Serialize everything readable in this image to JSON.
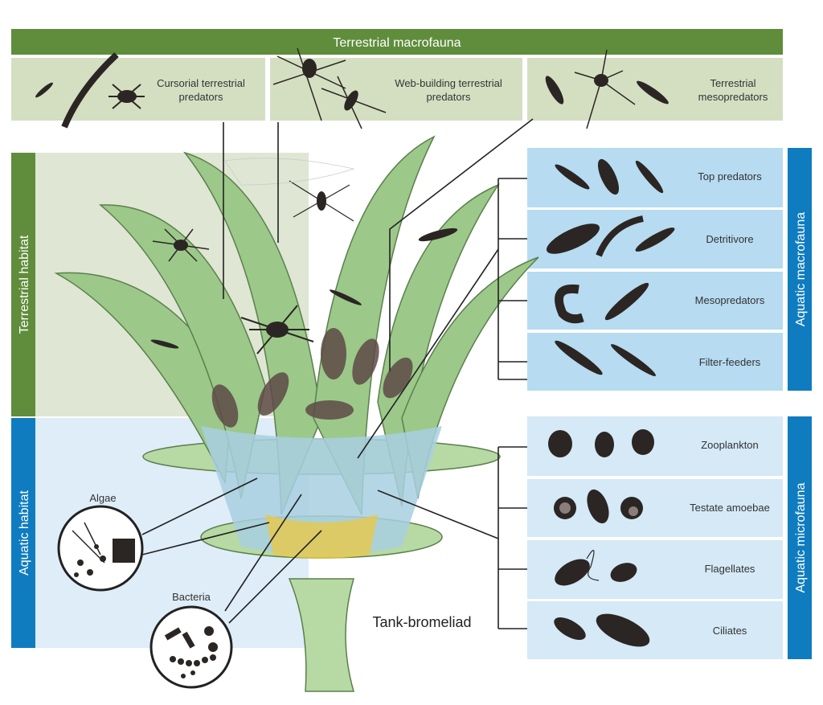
{
  "title": "Terrestrial macrofauna",
  "terrestrial_groups": [
    "Cursorial terrestrial predators",
    "Web-building terrestrial predators",
    "Terrestrial mesopredators"
  ],
  "terrestrial_group_lines": [
    [
      "Cursorial terrestrial",
      "predators"
    ],
    [
      "Web-building terrestrial",
      "predators"
    ],
    [
      "Terrestrial",
      "mesopredators"
    ]
  ],
  "habitats": {
    "terrestrial": "Terrestrial habitat",
    "aquatic": "Aquatic habitat"
  },
  "aquatic_macrofauna": {
    "title": "Aquatic macrofauna",
    "groups": [
      "Top predators",
      "Detritivore",
      "Mesopredators",
      "Filter-feeders"
    ]
  },
  "aquatic_microfauna": {
    "title": "Aquatic microfauna",
    "groups": [
      "Zooplankton",
      "Testate amoebae",
      "Flagellates",
      "Ciliates"
    ]
  },
  "insets": {
    "algae": "Algae",
    "bacteria": "Bacteria"
  },
  "plant_label": "Tank-bromeliad",
  "colors": {
    "green_bar": "#5f8d3b",
    "green_box": "#d4dfc2",
    "terr_bg": "#dfe6d3",
    "blue_bar": "#0f7cc0",
    "macro_box": "#b7dbf1",
    "micro_box": "#d5e9f7",
    "aq_bg": "#deedf8"
  }
}
